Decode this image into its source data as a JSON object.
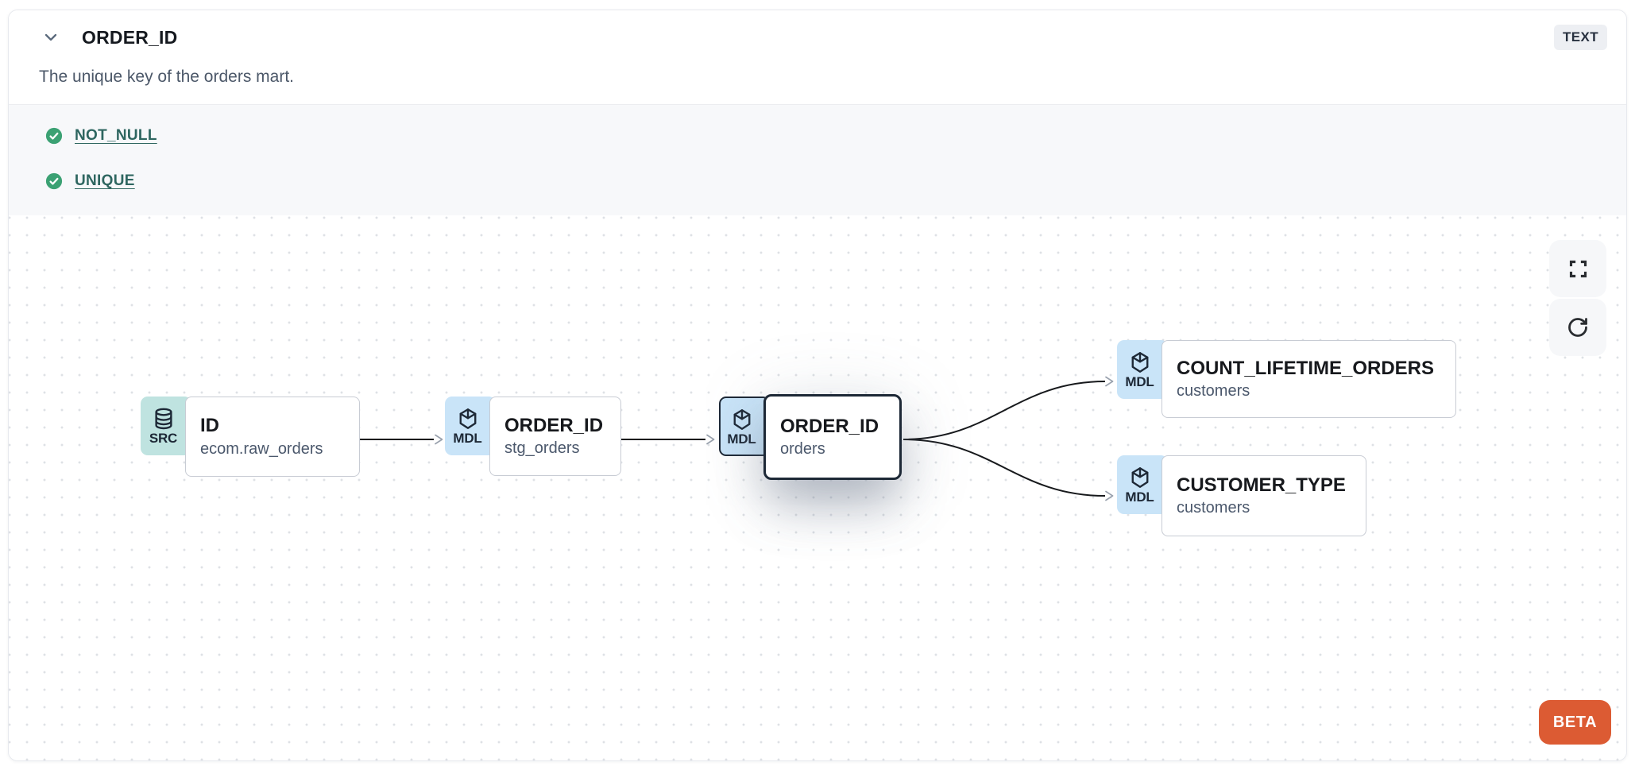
{
  "header": {
    "title": "ORDER_ID",
    "description": "The unique key of the orders mart.",
    "type_badge": "TEXT"
  },
  "tests": {
    "items": [
      {
        "label": "NOT_NULL",
        "status": "pass"
      },
      {
        "label": "UNIQUE",
        "status": "pass"
      }
    ]
  },
  "lineage": {
    "nodes": [
      {
        "badge": "SRC",
        "icon": "database-icon",
        "title": "ID",
        "subtitle": "ecom.raw_orders",
        "highlighted": false
      },
      {
        "badge": "MDL",
        "icon": "cube-icon",
        "title": "ORDER_ID",
        "subtitle": "stg_orders",
        "highlighted": false
      },
      {
        "badge": "MDL",
        "icon": "cube-icon",
        "title": "ORDER_ID",
        "subtitle": "orders",
        "highlighted": true
      },
      {
        "badge": "MDL",
        "icon": "cube-icon",
        "title": "COUNT_LIFETIME_ORDERS",
        "subtitle": "customers",
        "highlighted": false
      },
      {
        "badge": "MDL",
        "icon": "cube-icon",
        "title": "CUSTOMER_TYPE",
        "subtitle": "customers",
        "highlighted": false
      }
    ],
    "edges": [
      {
        "from": "ID ecom.raw_orders",
        "to": "ORDER_ID stg_orders"
      },
      {
        "from": "ORDER_ID stg_orders",
        "to": "ORDER_ID orders"
      },
      {
        "from": "ORDER_ID orders",
        "to": "COUNT_LIFETIME_ORDERS customers"
      },
      {
        "from": "ORDER_ID orders",
        "to": "CUSTOMER_TYPE customers"
      }
    ],
    "controls": {
      "fullscreen": "fullscreen-icon",
      "refresh": "refresh-icon"
    },
    "beta_label": "BETA"
  },
  "colors": {
    "source_badge": "#bfe3e0",
    "model_badge": "#c9e4f8",
    "test_pass_green": "#3ba173",
    "test_link_teal": "#2e6660",
    "beta_orange": "#dc5b33",
    "edge_dark": "#17191c",
    "highlight_border": "#1d2836",
    "tests_section_bg": "#f7f8fa"
  }
}
